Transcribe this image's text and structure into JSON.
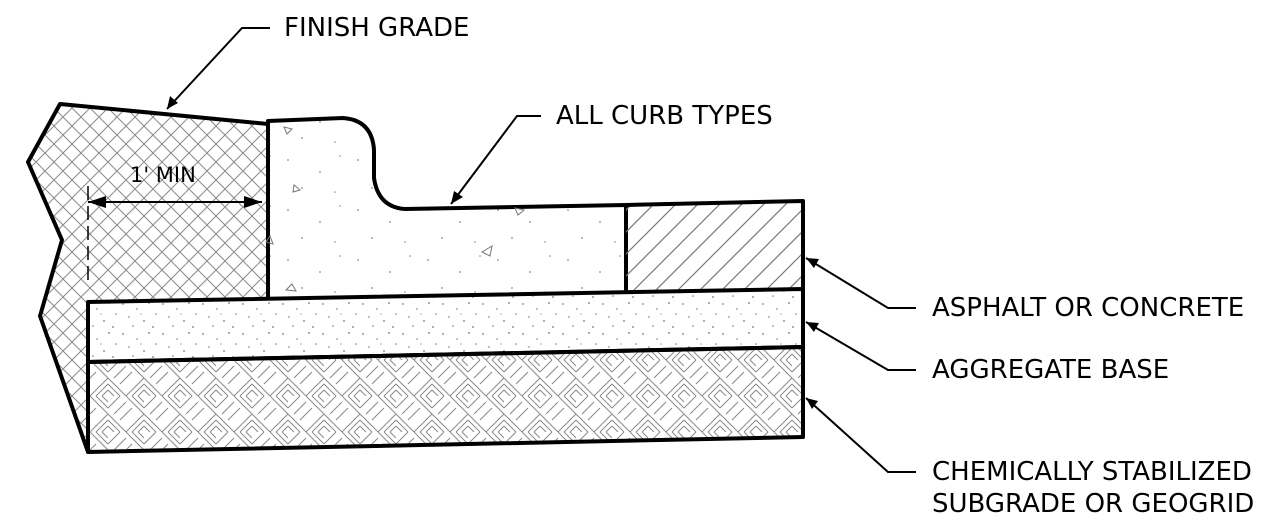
{
  "labels": {
    "finish_grade": "FINISH GRADE",
    "all_curb_types": "ALL CURB TYPES",
    "asphalt_or_concrete": "ASPHALT OR CONCRETE",
    "aggregate_base": "AGGREGATE BASE",
    "chemically_stabilized_line1": "CHEMICALLY STABILIZED",
    "chemically_stabilized_line2": "SUBGRADE OR GEOGRID"
  },
  "dimensions": {
    "min_width": "1' MIN"
  }
}
